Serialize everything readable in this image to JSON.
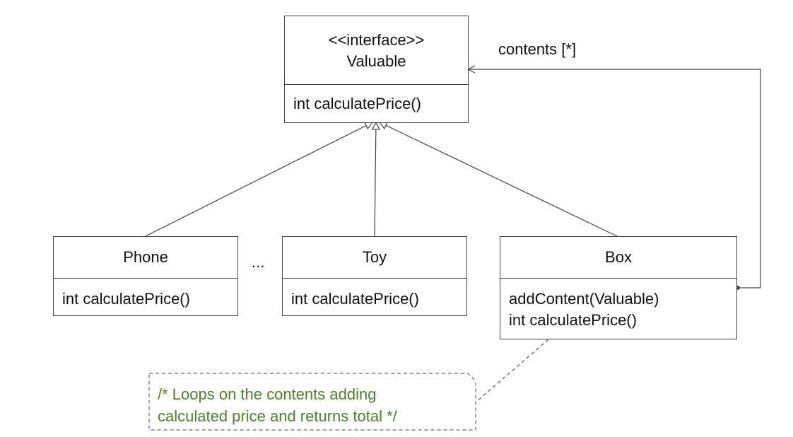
{
  "valuable": {
    "stereotype": "<<interface>>",
    "name": "Valuable",
    "methods": [
      "int calculatePrice()"
    ]
  },
  "phone": {
    "name": "Phone",
    "methods": [
      "int calculatePrice()"
    ]
  },
  "toy": {
    "name": "Toy",
    "methods": [
      "int calculatePrice()"
    ]
  },
  "box": {
    "name": "Box",
    "methods": [
      "addContent(Valuable)",
      "int calculatePrice()"
    ]
  },
  "ellipsis": "...",
  "association_label": "contents [*]",
  "note": {
    "lines": [
      "/* Loops  on the contents adding",
      "calculated price and returns total */"
    ],
    "color": "#4e7f2b"
  },
  "colors": {
    "line": "#444444",
    "note_text": "#4e7f2b"
  }
}
